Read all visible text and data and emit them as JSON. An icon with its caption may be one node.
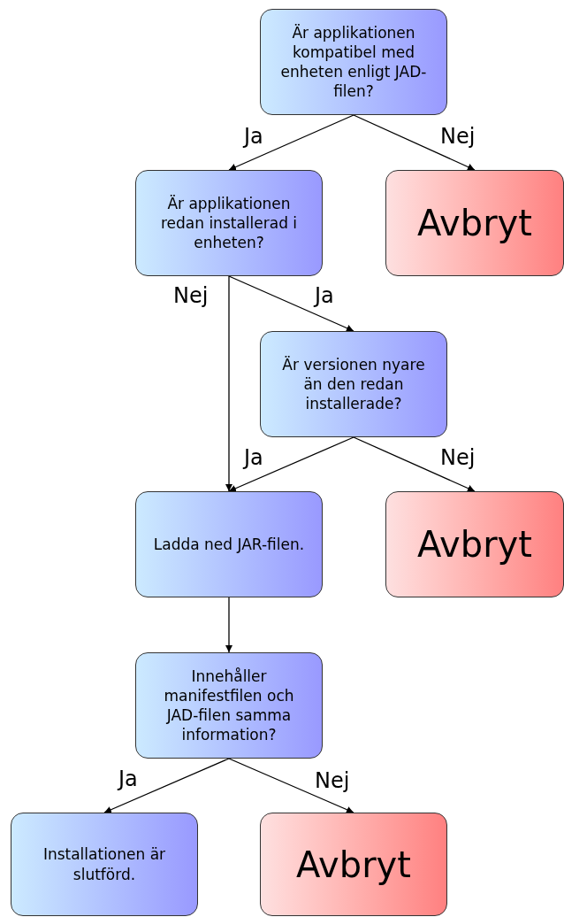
{
  "diagram": {
    "nodes": [
      {
        "text": [
          "Är applikationen kompatibel med enheten enligt JAD-filen?"
        ]
      },
      {
        "text": [
          "Är applikationen redan installerad i enheten?"
        ]
      },
      {
        "text": [
          "Avbryt"
        ]
      },
      {
        "text": [
          "Är versionen nyare än den redan installerade?"
        ]
      },
      {
        "text": [
          "Ladda ned JAR-filen."
        ]
      },
      {
        "text": [
          "Avbryt"
        ]
      },
      {
        "text": [
          "Innehåller manifestfilen och JAD-filen samma information?"
        ]
      },
      {
        "text": [
          "Installationen är slutförd."
        ]
      },
      {
        "text": [
          "Avbryt"
        ]
      }
    ],
    "edges": [
      {
        "from": 0,
        "to": 1,
        "arrow": "to",
        "label": "Ja"
      },
      {
        "from": 0,
        "to": 2,
        "arrow": "to",
        "label": "Nej"
      },
      {
        "from": 1,
        "to": 4,
        "arrow": "to",
        "label": "Nej"
      },
      {
        "from": 1,
        "to": 3,
        "arrow": "to",
        "label": "Ja"
      },
      {
        "from": 3,
        "to": 4,
        "arrow": "to",
        "label": "Ja"
      },
      {
        "from": 3,
        "to": 5,
        "arrow": "to",
        "label": "Nej"
      },
      {
        "from": 4,
        "to": 6,
        "arrow": "to"
      },
      {
        "from": 6,
        "to": 7,
        "arrow": "to",
        "label": "Ja"
      },
      {
        "from": 6,
        "to": 8,
        "arrow": "to",
        "label": "Nej"
      }
    ]
  }
}
